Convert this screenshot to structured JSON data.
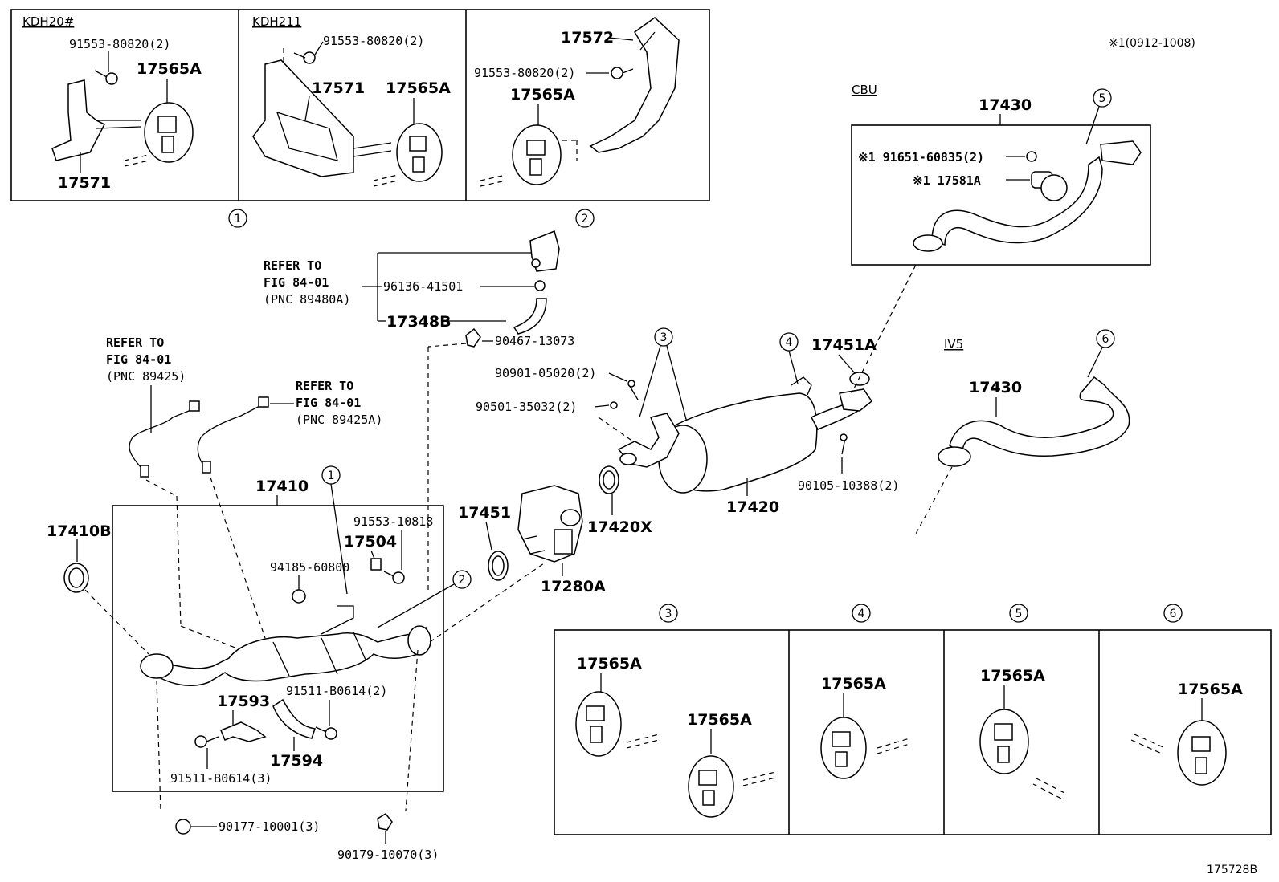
{
  "headers": {
    "kdh20": "KDH20#",
    "kdh211": "KDH211",
    "cbu": "CBU",
    "iv5": "IV5",
    "note": "※1(0912-1008)"
  },
  "callouts": [
    "1",
    "2",
    "3",
    "4",
    "5",
    "6"
  ],
  "refs": {
    "ref1": {
      "line1": "REFER TO",
      "line2": "FIG 84-01",
      "line3": "(PNC 89480A)"
    },
    "ref2": {
      "line1": "REFER TO",
      "line2": "FIG 84-01",
      "line3": "(PNC 89425)"
    },
    "ref3": {
      "line1": "REFER TO",
      "line2": "FIG 84-01",
      "line3": "(PNC 89425A)"
    }
  },
  "parts": {
    "p_91553_80820_a": "91553-80820(2)",
    "p_17565a_a": "17565A",
    "p_17571_a": "17571",
    "p_91553_80820_b": "91553-80820(2)",
    "p_17571_b": "17571",
    "p_17565a_b": "17565A",
    "p_17572": "17572",
    "p_91553_80820_c": "91553-80820(2)",
    "p_17565a_c": "17565A",
    "p_17430_cbu": "17430",
    "p_91651": "※1 91651-60835(2)",
    "p_17581a": "※1 17581A",
    "p_96136": "96136-41501",
    "p_17348b": "17348B",
    "p_90467": "90467-13073",
    "p_90901": "90901-05020(2)",
    "p_90501": "90501-35032(2)",
    "p_17451a": "17451A",
    "p_17420": "17420",
    "p_90105": "90105-10388(2)",
    "p_17430_iv5": "17430",
    "p_17410": "17410",
    "p_17410b": "17410B",
    "p_91553_10818": "91553-10818",
    "p_17504": "17504",
    "p_94185": "94185-60800",
    "p_17451": "17451",
    "p_17420x": "17420X",
    "p_17280a": "17280A",
    "p_17593": "17593",
    "p_91511_b0614_2": "91511-B0614(2)",
    "p_17594": "17594",
    "p_91511_b0614_3": "91511-B0614(3)",
    "p_90177": "90177-10001(3)",
    "p_90179": "90179-10070(3)",
    "p_17565a_d1": "17565A",
    "p_17565a_d2": "17565A",
    "p_17565a_e": "17565A",
    "p_17565a_f": "17565A",
    "p_17565a_g": "17565A"
  },
  "footer": "175728B"
}
